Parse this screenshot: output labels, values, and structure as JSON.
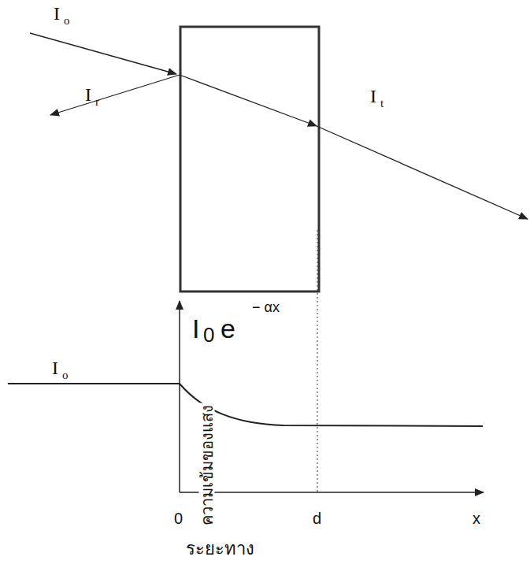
{
  "diagram": {
    "labels": [
      "I",
      "o",
      "I",
      "r",
      "I",
      "t",
      "I",
      "o",
      "I",
      "0",
      "e",
      "− αx",
      "ความเข้มของแสง",
      "0",
      "d",
      "x",
      "ระยะทาง"
    ]
  }
}
